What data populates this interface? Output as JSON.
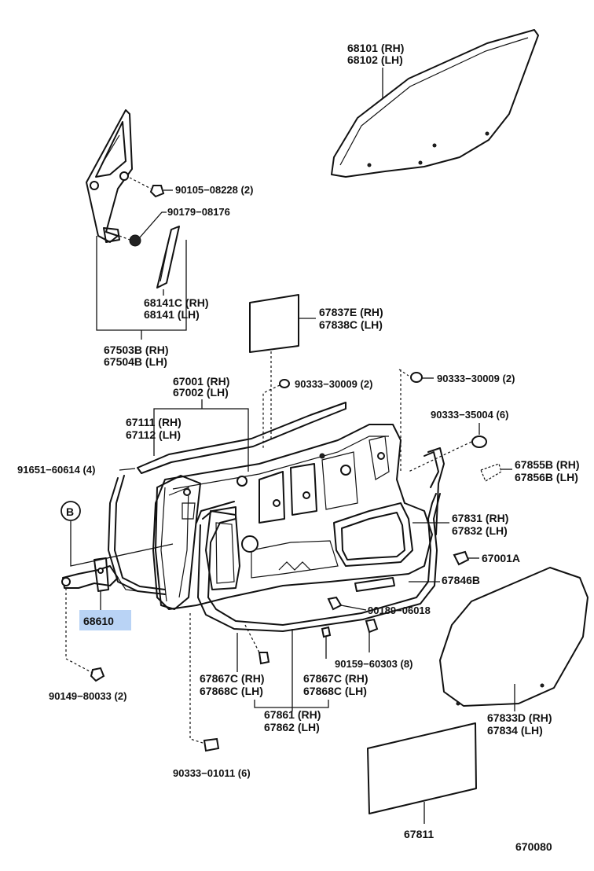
{
  "labels": {
    "glass_68101": "68101 (RH)",
    "glass_68102": "68102 (LH)",
    "bolt_90105": "90105−08228 (2)",
    "nut_90179": "90179−08176",
    "weather_68141C": "68141C (RH)",
    "weather_68141": "68141   (LH)",
    "frame_67503B": "67503B (RH)",
    "frame_67504B": "67504B (LH)",
    "cover_67837E": "67837E (RH)",
    "cover_67838C": "67838C (LH)",
    "plug_30009_a": "90333−30009 (2)",
    "plug_30009_b": "90333−30009 (2)",
    "panel_67001": "67001 (RH)",
    "panel_67002": "67002 (LH)",
    "seal_67111": "67111 (RH)",
    "seal_67112": "67112 (LH)",
    "plug_35004": "90333−35004 (6)",
    "clip_91651": "91651−60614 (4)",
    "cover_67855B": "67855B (RH)",
    "cover_67856B": "67856B (LH)",
    "ref_B": "B",
    "seal_67831": "67831 (RH)",
    "seal_67832": "67832 (LH)",
    "part_67001A": "67001A",
    "seal_67846B": "67846B",
    "check_68610": "68610",
    "bolt_90189": "90189−06018",
    "clip_90159": "90159−60303 (8)",
    "bolt_90149": "90149−80033 (2)",
    "seal_67867C_a": "67867C (RH)",
    "seal_67868C_a": "67868C (LH)",
    "seal_67867C_b": "67867C (RH)",
    "seal_67868C_b": "67868C (LH)",
    "film_67833D": "67833D (RH)",
    "film_67834": "67834    (LH)",
    "seal_67861": "67861 (RH)",
    "seal_67862": "67862 (LH)",
    "plug_01011": "90333−01011 (6)",
    "pad_67811": "67811",
    "diagram_code": "670080"
  },
  "colors": {
    "line": "#111111",
    "highlight": "#b9d3f5",
    "background": "#ffffff"
  }
}
